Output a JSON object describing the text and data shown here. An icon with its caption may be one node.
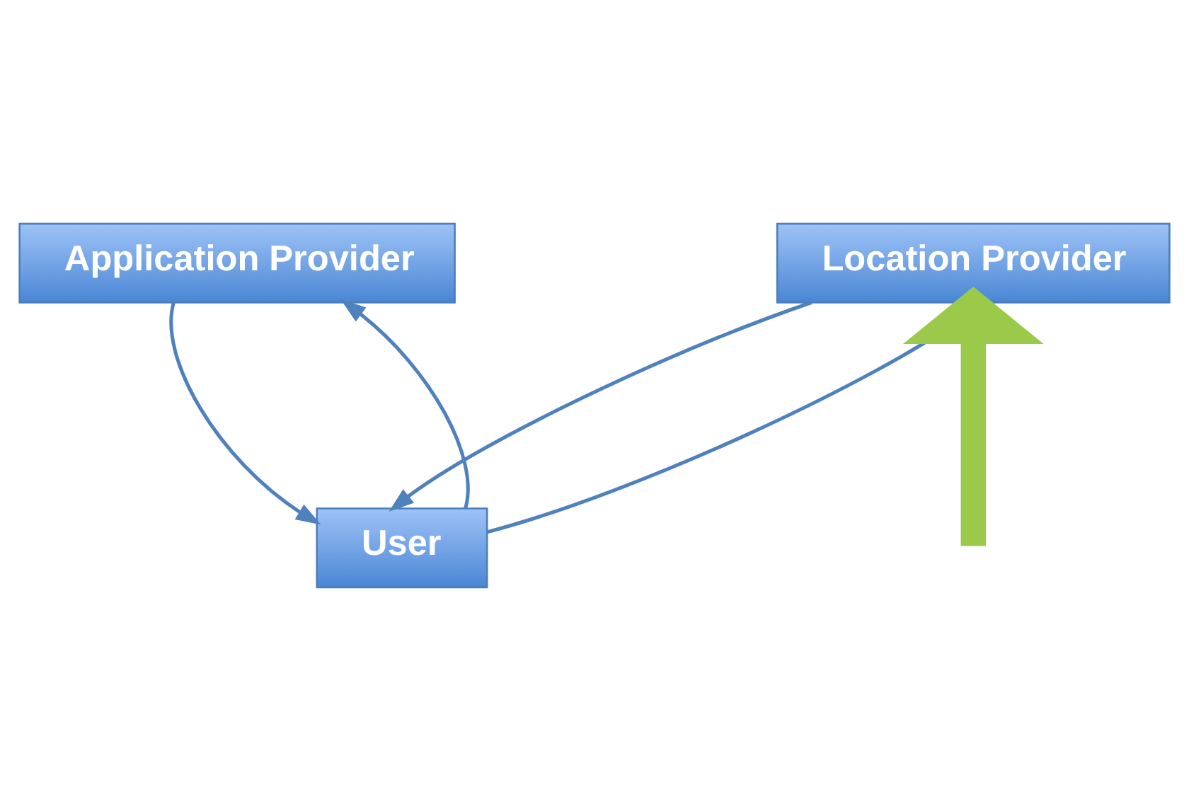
{
  "diagram": {
    "nodes": [
      {
        "text": [
          "Location Provider"
        ]
      },
      {
        "text": [
          "Application Provider"
        ]
      },
      {
        "text": [
          "User"
        ]
      }
    ],
    "edges": [
      {
        "from": 2,
        "to": 0,
        "arrow": "to"
      },
      {
        "from": 0,
        "to": 2,
        "arrow": "to"
      },
      {
        "from": 2,
        "to": 1,
        "arrow": "to"
      },
      {
        "from": 1,
        "to": 2,
        "arrow": "to"
      },
      {
        "from": null,
        "to": 0,
        "arrow": "to",
        "style": "thick",
        "color": "#9bc94a"
      }
    ]
  }
}
